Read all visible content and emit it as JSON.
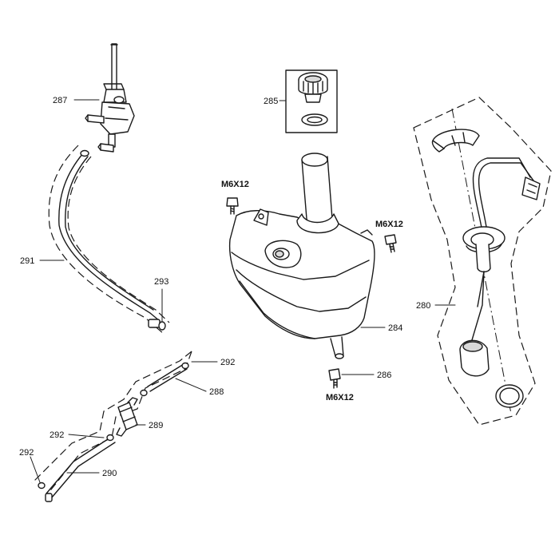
{
  "callouts": {
    "p287": "287",
    "p285": "285",
    "p291": "291",
    "p293": "293",
    "p292_top": "292",
    "p288": "288",
    "p289": "289",
    "p292_mid": "292",
    "p292_left": "292",
    "p290": "290",
    "p284": "284",
    "p286": "286",
    "p280": "280",
    "bolt_a": "M6X12",
    "bolt_b": "M6X12",
    "bolt_c": "M6X12"
  }
}
